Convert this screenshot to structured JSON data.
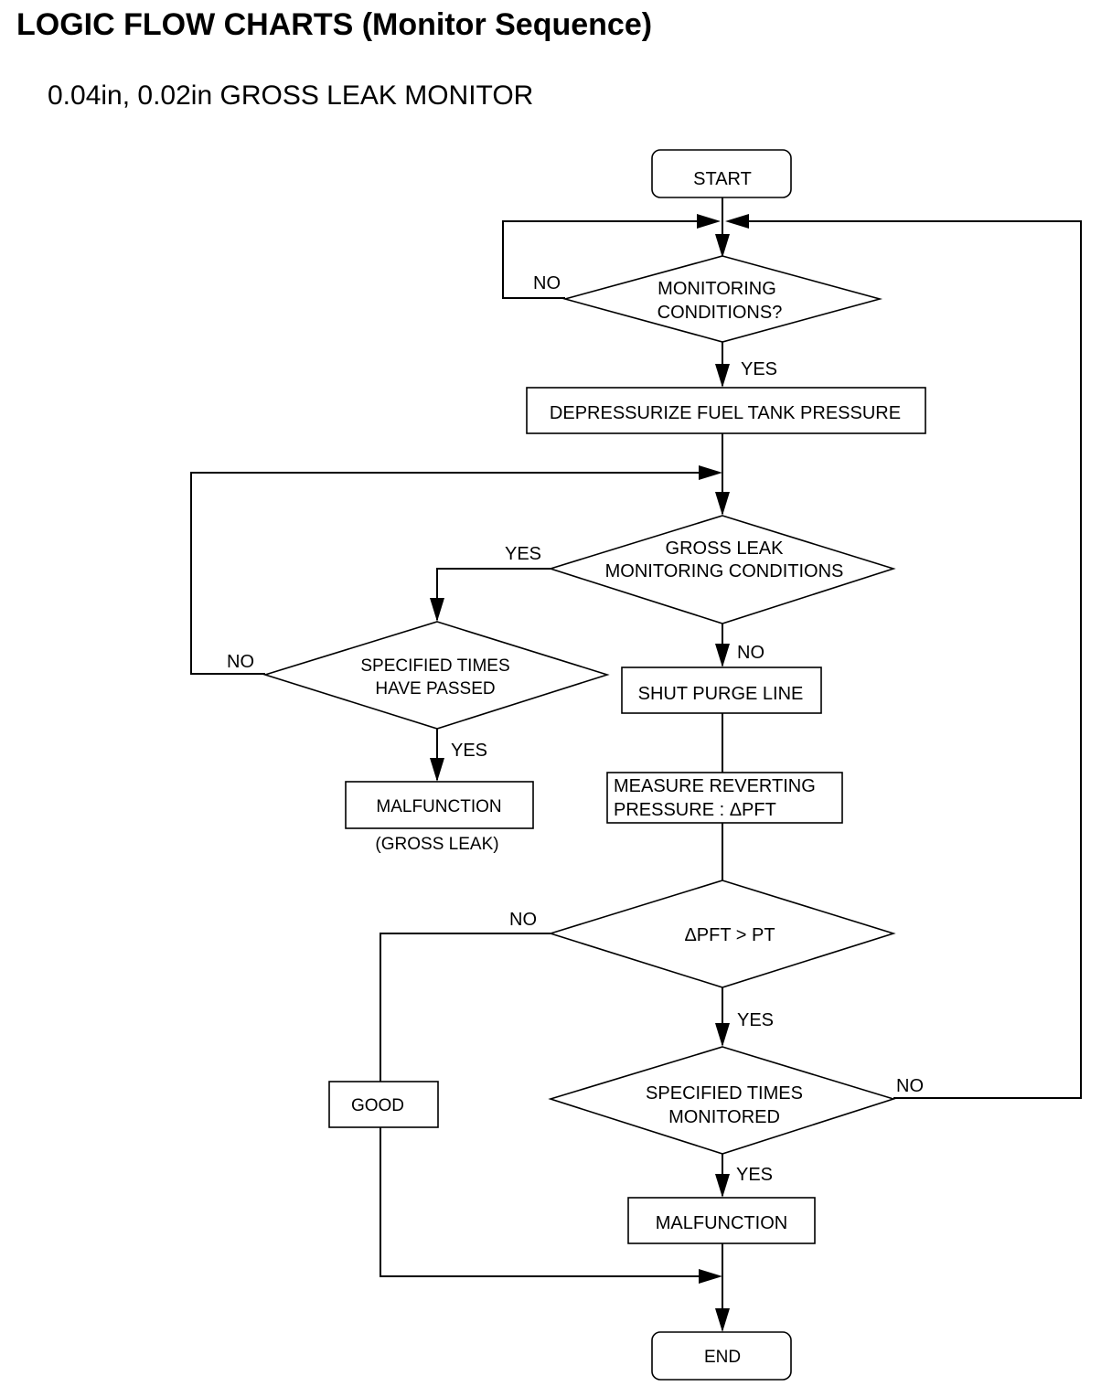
{
  "header": {
    "title": "LOGIC FLOW CHARTS (Monitor Sequence)",
    "subtitle": "0.04in, 0.02in GROSS LEAK MONITOR"
  },
  "nodes": {
    "start": "START",
    "monitoring_conditions": [
      "MONITORING",
      "CONDITIONS?"
    ],
    "depressurize": "DEPRESSURIZE FUEL TANK PRESSURE",
    "gross_leak_conditions": [
      "GROSS LEAK",
      "MONITORING CONDITIONS"
    ],
    "specified_times_passed": [
      "SPECIFIED TIMES",
      "HAVE PASSED"
    ],
    "malfunction_gross": "MALFUNCTION",
    "malfunction_gross_note": "(GROSS LEAK)",
    "shut_purge": "SHUT PURGE LINE",
    "measure_reverting": [
      "MEASURE REVERTING",
      "PRESSURE : ΔPFT"
    ],
    "pft_compare": "ΔPFT > PT",
    "good": "GOOD",
    "specified_times_monitored": [
      "SPECIFIED TIMES",
      "MONITORED"
    ],
    "malfunction": "MALFUNCTION",
    "end": "END"
  },
  "edge_labels": {
    "monitoring_no": "NO",
    "monitoring_yes": "YES",
    "gross_yes": "YES",
    "gross_no": "NO",
    "passed_no": "NO",
    "passed_yes": "YES",
    "pft_no": "NO",
    "pft_yes": "YES",
    "monitored_no": "NO",
    "monitored_yes": "YES"
  }
}
